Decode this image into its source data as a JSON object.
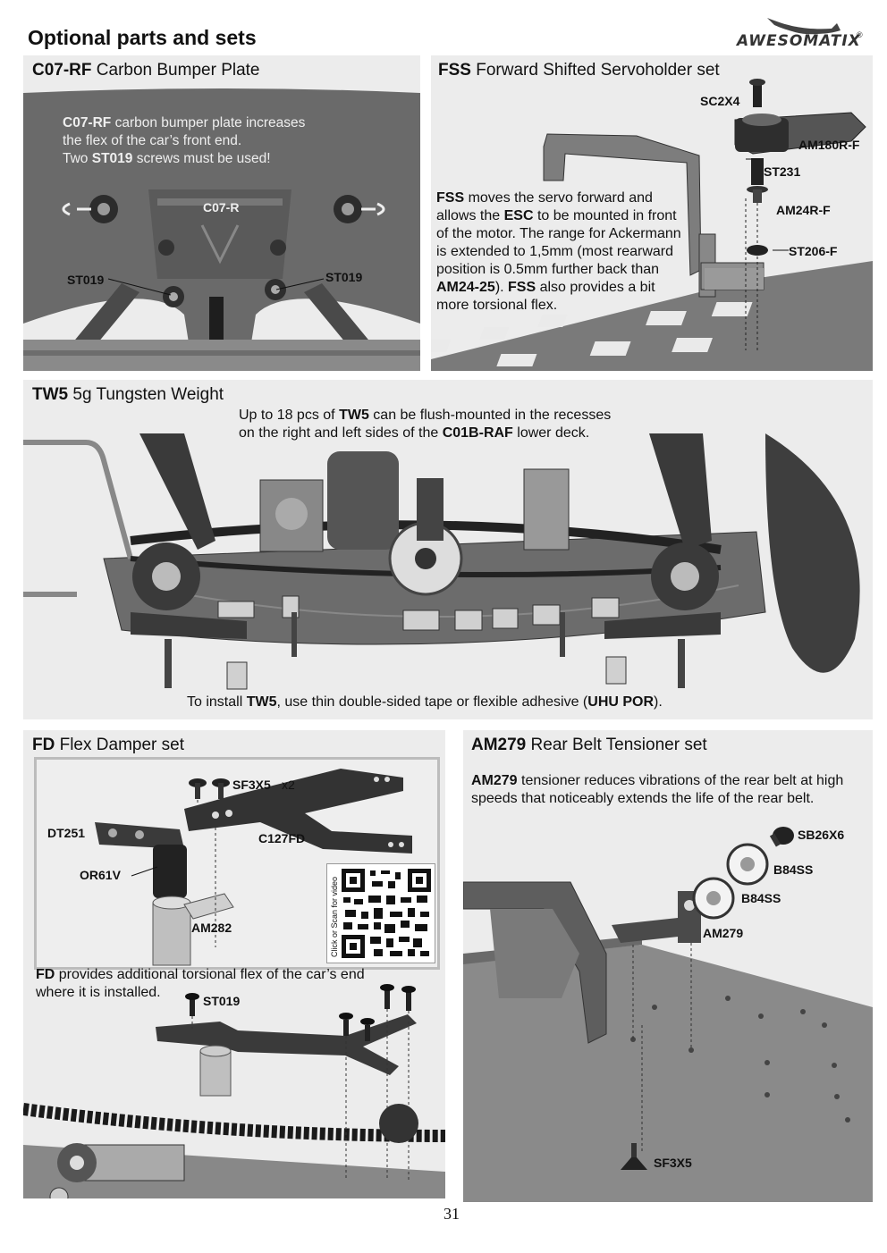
{
  "header": {
    "title": "Optional parts and sets",
    "brand": "AWESOMATIX",
    "brand_mark": "®"
  },
  "panels": {
    "c07rf": {
      "code": "C07-RF",
      "name": " Carbon Bumper Plate",
      "desc_code1": "C07-RF",
      "desc_1": " carbon bumper plate increases",
      "desc_2": "the flex of the car’s front end.",
      "desc_3a": "Two ",
      "desc_code2": "ST019",
      "desc_3b": " screws must be used!",
      "part_label": "C07-R",
      "left_label": "ST019",
      "right_label": "ST019"
    },
    "fss": {
      "code": "FSS",
      "name": " Forward Shifted Servoholder set",
      "labels": [
        "SC2X4",
        "AM180R-F",
        "ST231",
        "AM24R-F",
        "ST206-F"
      ],
      "p_code1": "FSS",
      "p_1": " moves the servo forward and",
      "p_2a": "allows the ",
      "p_code2": "ESC",
      "p_2b": " to be mounted in front",
      "p_3": "of the motor. The range for Ackermann",
      "p_4": "is extended to 1,5mm (most rearward",
      "p_5": "position is 0.5mm further back than",
      "p_code3": "AM24-25",
      "p_6a": "). ",
      "p_code4": "FSS",
      "p_6b": " also provides a bit",
      "p_7": "more torsional flex."
    },
    "tw5": {
      "code": "TW5",
      "name": " 5g Tungsten Weight",
      "top_1a": "Up to 18 pcs of ",
      "top_code1": "TW5",
      "top_1b": " can be flush-mounted in the recesses",
      "top_2a": "on the right and left sides of the ",
      "top_code2": "C01B-RAF",
      "top_2b": " lower deck.",
      "bottom_a": "To install ",
      "bottom_code1": "TW5",
      "bottom_b": ", use thin double-sided tape or flexible adhesive (",
      "bottom_code2": "UHU POR",
      "bottom_c": ")."
    },
    "fd": {
      "code": "FD",
      "name": "  Flex Damper set",
      "labels": {
        "sf3x5": "SF3X5",
        "x2": "x2",
        "dt251": "DT251",
        "c127fd": "C127FD",
        "or61v": "OR61V",
        "am282": "AM282",
        "st019": "ST019"
      },
      "qr_caption": "Click or Scan for video",
      "note_code": "FD",
      "note_1": " provides additional torsional flex of the car’s end",
      "note_2": "where it is installed."
    },
    "am279": {
      "code": "AM279",
      "name": " Rear Belt Tensioner set",
      "desc_code": "AM279",
      "desc_1": " tensioner reduces vibrations of the rear belt at high",
      "desc_2": "speeds that noticeably extends the life of the rear belt.",
      "labels": {
        "sb26x6": "SB26X6",
        "b84ss_1": "B84SS",
        "b84ss_2": "B84SS",
        "am279": "AM279",
        "sf3x5": "SF3X5"
      }
    }
  },
  "footer": {
    "page_number": "31"
  }
}
